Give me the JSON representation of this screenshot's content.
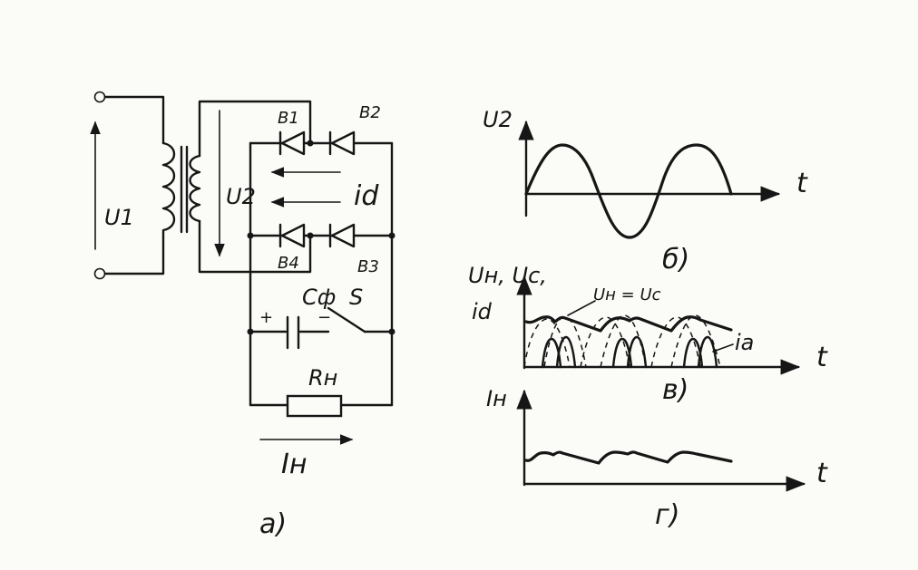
{
  "circuit": {
    "input_voltage": "U1",
    "secondary_voltage": "U2",
    "diode_1": "B1",
    "diode_2": "B2",
    "diode_3": "B3",
    "diode_4": "B4",
    "current_id": "id",
    "capacitor": "Cф",
    "switch": "S",
    "resistor": "Rн",
    "load_current": "Iн",
    "plus_sign": "+",
    "minus_sign": "−",
    "caption": "а)"
  },
  "plot_b": {
    "y_label": "U2",
    "x_label": "t",
    "caption": "б)"
  },
  "plot_v": {
    "y_label_1": "Uн, Uc,",
    "y_label_2": "id",
    "curve_label": "Uн = Uc",
    "current_label": "iа",
    "x_label": "t",
    "caption": "в)"
  },
  "plot_g": {
    "y_label": "Iн",
    "x_label": "t",
    "caption": "г)"
  }
}
